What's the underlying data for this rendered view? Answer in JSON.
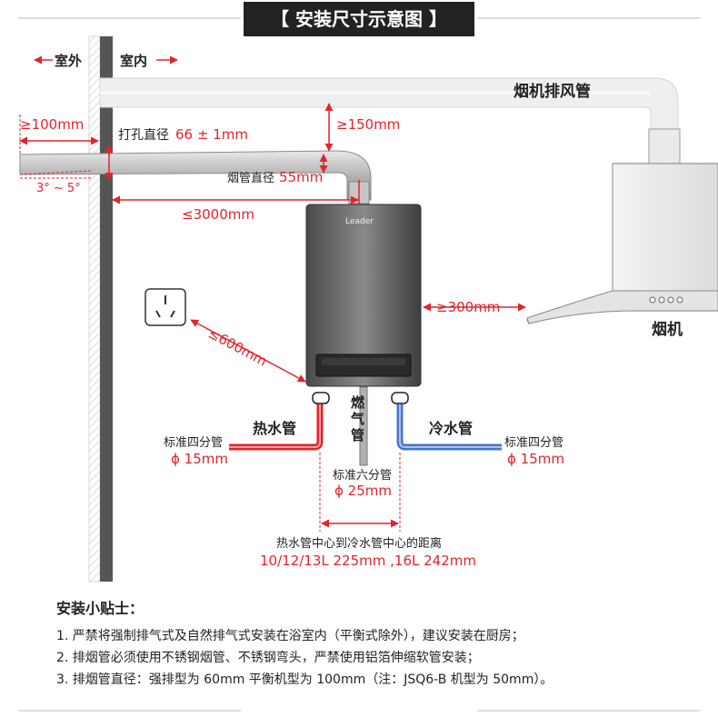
{
  "title": "【 安装尺寸示意图 】",
  "outdoor": "室外",
  "indoor": "室内",
  "hood_pipe": "烟机排风管",
  "dim_wall": "≥100mm",
  "hole_label": "打孔直径",
  "hole_value": "66 ± 1mm",
  "dim_up": "≥150mm",
  "flue_label": "烟管直径",
  "flue_value": "55mm",
  "slope": "3° ~ 5°",
  "dim_len": "≤3000mm",
  "brand": "Leader",
  "dim_hood": "≥300mm",
  "hood": "烟机",
  "dim_socket": "≤600mm",
  "hot_pipe": "热水管",
  "cold_pipe": "冷水管",
  "gas_pipe": [
    "燃",
    "气",
    "管"
  ],
  "std_4": "标准四分管",
  "d15": "ϕ 15mm",
  "std_6": "标准六分管",
  "d25": "ϕ 25mm",
  "center_dist_label": "热水管中心到冷水管中心的距离",
  "center_dist_value": "10/12/13L 225mm ,16L 242mm",
  "colors": {
    "accent_red": "#e2242b",
    "hot": "#e2242b",
    "cold": "#4a74c9",
    "title_bg": "#222222"
  },
  "tips": {
    "title": "安装小贴士：",
    "items": [
      "1. 严禁将强制排气式及自然排气式安装在浴室内（平衡式除外），建议安装在厨房；",
      "2. 排烟管必须使用不锈钢烟管、不锈钢弯头，严禁使用铝箔伸缩软管安装；",
      "3. 排烟管直径：强排型为 60mm 平衡机型为 100mm（注：JSQ6-B 机型为 50mm）。"
    ]
  }
}
